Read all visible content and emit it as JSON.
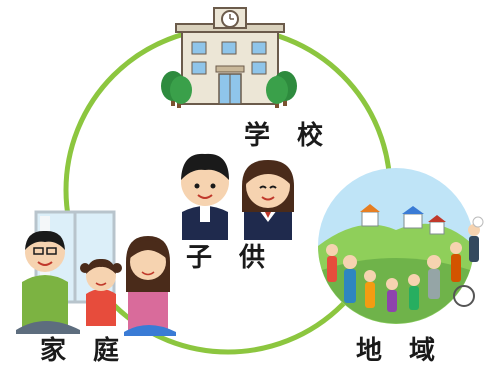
{
  "nodes": {
    "school": {
      "label": "学 校"
    },
    "children": {
      "label": "子 供"
    },
    "family": {
      "label": "家 庭"
    },
    "community": {
      "label": "地 域"
    }
  },
  "colors": {
    "ring": "#8cc63f",
    "label": "#1a1a1a",
    "school_wall": "#ece6d6",
    "tree": "#2e8b3e",
    "sky": "#bfe4f7",
    "grass": "#8fcf5a"
  },
  "icons": [
    "school-building-icon",
    "students-icon",
    "family-icon",
    "town-community-icon"
  ]
}
